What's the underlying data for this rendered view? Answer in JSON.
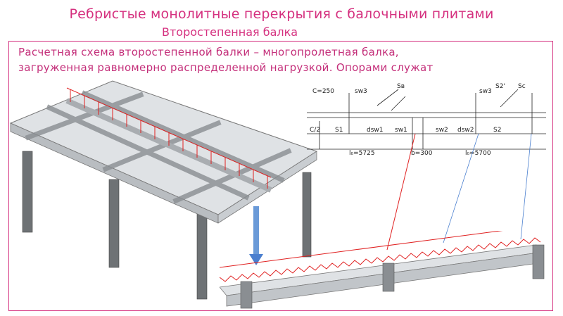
{
  "slide": {
    "title": "Ребристые монолитные перекрытия с балочными плитами",
    "subtitle": "Второстепенная балка",
    "description_line1": "Расчетная схема второстепенной балки – многопролетная балка,",
    "description_line2": "загруженная равномерно распределенной нагрузкой. Опорами служат"
  },
  "drawing": {
    "c250": "C=250",
    "c2": "C/2",
    "sw3_left": "sw3",
    "sw3_right": "sw3",
    "s_b": "Sв",
    "s2_prime": "S2'",
    "s_c": "Sc",
    "s1": "S1",
    "dsw1": "dsw1",
    "sw1": "sw1",
    "sw2": "sw2",
    "dsw2": "dsw2",
    "s2": "S2",
    "span1": "l₀=5725",
    "support": "b=300",
    "span2": "l₀=5700"
  },
  "colors": {
    "accent": "#d5307f",
    "load": "#e02020",
    "arrow": "#4a7fcf",
    "concrete": "#d9dcdf"
  }
}
